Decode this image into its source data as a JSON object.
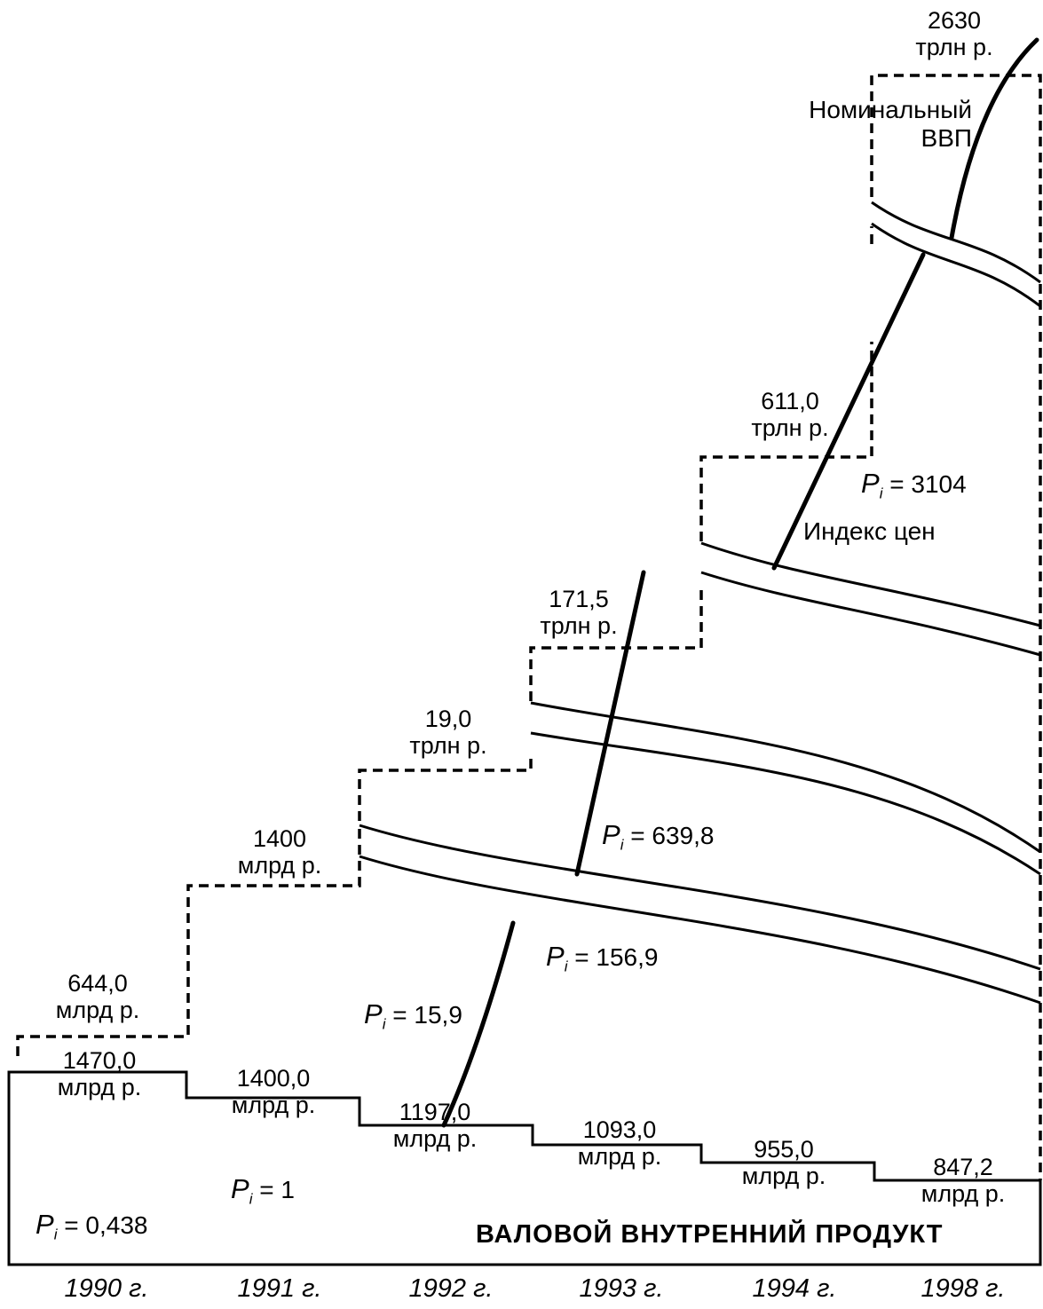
{
  "chart_data": {
    "type": "step",
    "title": "ВАЛОВОЙ ВНУТРЕННИЙ ПРОДУКТ",
    "categories": [
      "1990 г.",
      "1991 г.",
      "1992 г.",
      "1993 г.",
      "1994 г.",
      "1998 г."
    ],
    "series": [
      {
        "name": "Номинальный ВВП",
        "style": "dashed",
        "labels": [
          [
            "644,0",
            "млрд р."
          ],
          [
            "1400",
            "млрд р."
          ],
          [
            "19,0",
            "трлн р."
          ],
          [
            "171,5",
            "трлн р."
          ],
          [
            "611,0",
            "трлн р."
          ],
          [
            "2630",
            "трлн р."
          ]
        ]
      },
      {
        "name": "",
        "style": "solid",
        "labels": [
          [
            "1470,0",
            "млрд р."
          ],
          [
            "1400,0",
            "млрд р."
          ],
          [
            "1197,0",
            "млрд р."
          ],
          [
            "1093,0",
            "млрд р."
          ],
          [
            "955,0",
            "млрд р."
          ],
          [
            "847,2",
            "млрд р."
          ]
        ]
      }
    ],
    "price_index_label": "Индекс цен",
    "price_indices": [
      "0,438",
      "1",
      "15,9",
      "156,9",
      "639,8",
      "3104"
    ]
  }
}
